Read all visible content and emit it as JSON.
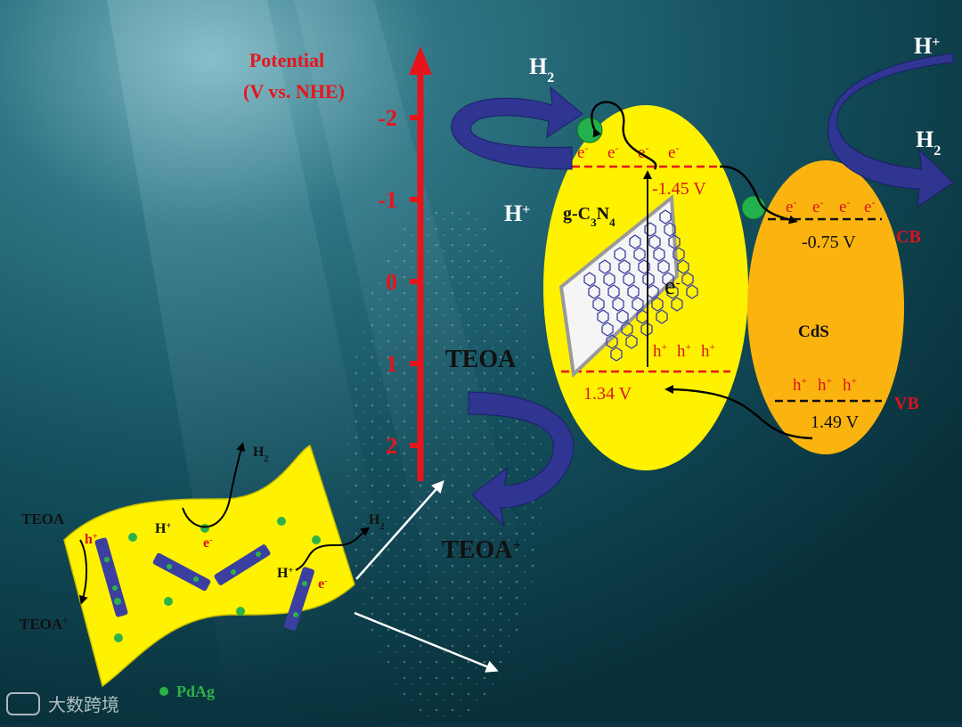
{
  "axis": {
    "title_line1": "Potential",
    "title_line2": "(V  vs. NHE)",
    "ticks": [
      {
        "label": "-2",
        "value": -2
      },
      {
        "label": "-1",
        "value": -1
      },
      {
        "label": "0",
        "value": 0
      },
      {
        "label": "1",
        "value": 1
      },
      {
        "label": "2",
        "value": 2
      }
    ]
  },
  "gcn": {
    "name": "g-C",
    "sub1": "3",
    "mid": "N",
    "sub2": "4",
    "cb_potential": "-1.45 V",
    "vb_potential": "1.34 V",
    "electron_label": "e"
  },
  "cds": {
    "name": "CdS",
    "cb_potential": "-0.75 V",
    "vb_potential": "1.49 V",
    "cb_label": "CB",
    "vb_label": "VB"
  },
  "carriers": {
    "electron": "e",
    "hole": "h"
  },
  "species": {
    "h2": "H",
    "h2_sub": "2",
    "hplus": "H",
    "teoa": "TEOA",
    "teoa_plus": "TEOA"
  },
  "legend": {
    "pdag": "PdAg"
  },
  "watermark": {
    "text": "大数跨境"
  },
  "colors": {
    "axis_red": "#e8141c",
    "gcn_yellow": "#fff200",
    "cds_orange": "#fbb40f",
    "arrow_blue": "#2f3591",
    "label_red": "#d9141c",
    "pdag_green": "#2db24a"
  }
}
